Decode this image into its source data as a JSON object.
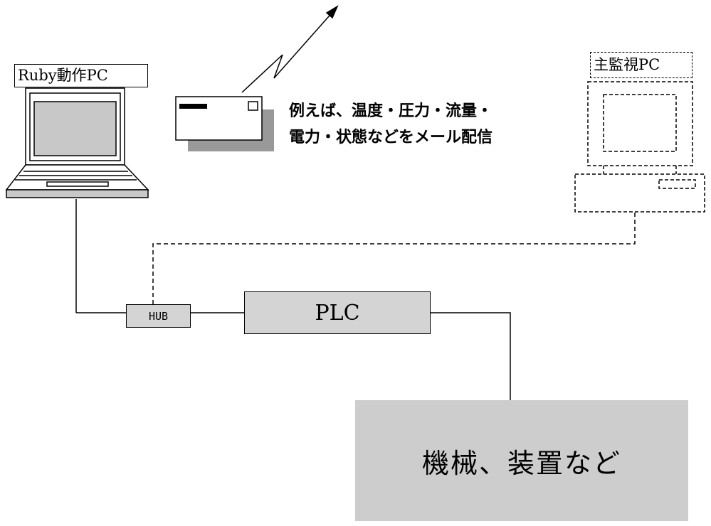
{
  "labels": {
    "ruby_pc": "Ruby動作PC",
    "main_pc": "主監視PC",
    "plc": "PLC",
    "hub": "HUB",
    "machine": "機械、装置など"
  },
  "mail_note": {
    "line1": "例えば、温度・圧力・流量・",
    "line2": "電力・状態などをメール配信"
  },
  "colors": {
    "plc_fill": "#d4d4d4",
    "machine_fill": "#cdcdcd",
    "envelope_shadow": "#999999"
  },
  "icons": [
    "laptop-icon",
    "envelope-icon",
    "wireless-signal-icon",
    "desktop-pc-icon"
  ]
}
